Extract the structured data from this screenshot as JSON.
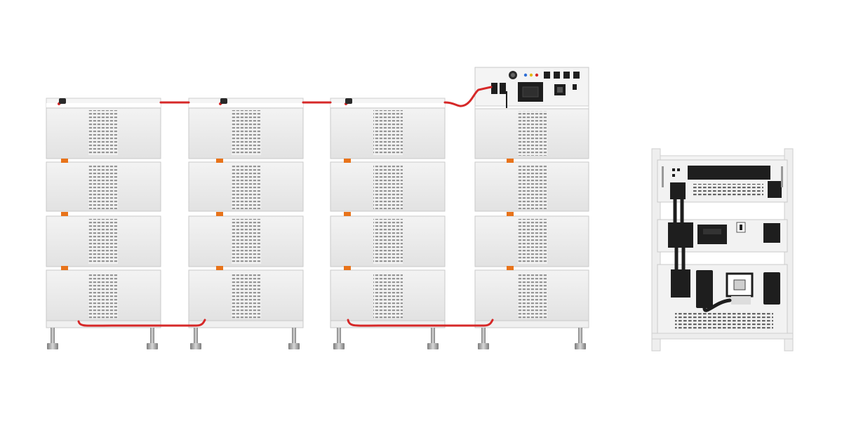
{
  "scene": {
    "description_free": true,
    "colors": {
      "background": "#ffffff",
      "module_body": "#ebebeb",
      "module_edge": "#c9c9c9",
      "frame_top": "#f4f4f4",
      "vent": "#8c8c8c",
      "cable": "#d62828",
      "connector": "#e8731a",
      "foot_metal": "#9a9a9a",
      "port_black": "#1e1e1e"
    },
    "battery_stacks": [
      {
        "id": "stack-1",
        "modules": 4,
        "has_controller": false
      },
      {
        "id": "stack-2",
        "modules": 4,
        "has_controller": false
      },
      {
        "id": "stack-3",
        "modules": 4,
        "has_controller": false
      },
      {
        "id": "stack-4",
        "modules": 4,
        "has_controller": true
      }
    ],
    "side_rack": {
      "id": "rear-rack",
      "shelves": 3
    }
  }
}
